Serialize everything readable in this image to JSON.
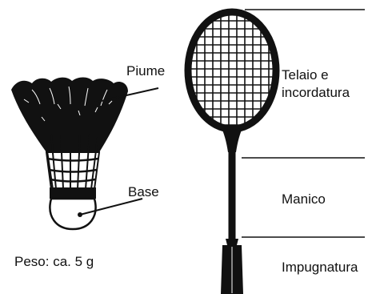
{
  "colors": {
    "ink": "#111111",
    "background": "#ffffff"
  },
  "shuttlecock": {
    "feathers_label": "Piume",
    "base_label": "Base",
    "weight_label": "Peso: ca. 5 g"
  },
  "racket": {
    "frame_label_line1": "Telaio e",
    "frame_label_line2": "incordatura",
    "shaft_label": "Manico",
    "grip_label": "Impugnatura"
  }
}
